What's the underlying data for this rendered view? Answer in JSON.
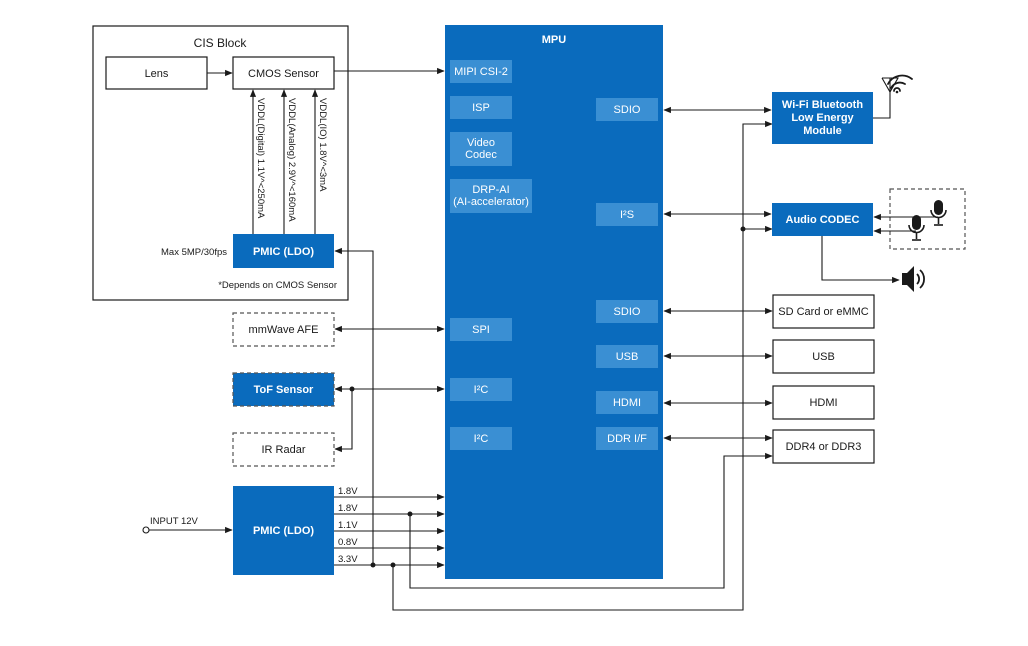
{
  "colors": {
    "mpu_blue": "#0a6bbd",
    "sub_blue": "#3a8fd3",
    "line": "#1a1a1a"
  },
  "cis_block": {
    "title": "CIS Block",
    "lens": "Lens",
    "cmos_sensor": "CMOS Sensor",
    "vddl_digital": "VDDL(Digital) 1.1V^<250mA",
    "vddl_analog": "VDDL(Analog) 2.9V^<160mA",
    "vddl_io": "VDDL(IO) 1.8V^<3mA",
    "pmic": "PMIC (LDO)",
    "max_note": "Max 5MP/30fps",
    "depends_note": "*Depends on CMOS Sensor"
  },
  "mpu": {
    "title": "MPU",
    "left_blocks": [
      "MIPI CSI-2",
      "ISP",
      "Video\nCodec",
      "DRP-AI\n(AI-accelerator)",
      "SPI",
      "I²C",
      "I²C"
    ],
    "right_blocks": [
      "SDIO",
      "I²S",
      "SDIO",
      "USB",
      "HDMI",
      "DDR I/F"
    ]
  },
  "left_peripherals": {
    "mmwave": "mmWave AFE",
    "tof": "ToF Sensor",
    "ir_radar": "IR Radar"
  },
  "main_pmic": {
    "label": "PMIC (LDO)",
    "input": "INPUT 12V",
    "rails": [
      "1.8V",
      "1.8V",
      "1.1V",
      "0.8V",
      "3.3V"
    ]
  },
  "right_peripherals": {
    "wifi": "Wi-Fi Bluetooth\nLow Energy\nModule",
    "audio_codec": "Audio CODEC",
    "sd_card": "SD Card or eMMC",
    "usb": "USB",
    "hdmi": "HDMI",
    "ddr": "DDR4 or DDR3"
  },
  "icons": {
    "antenna": "antenna-icon",
    "wifi": "wifi-signal-icon",
    "mic1": "microphone-icon",
    "mic2": "microphone-icon",
    "speaker": "speaker-icon"
  }
}
